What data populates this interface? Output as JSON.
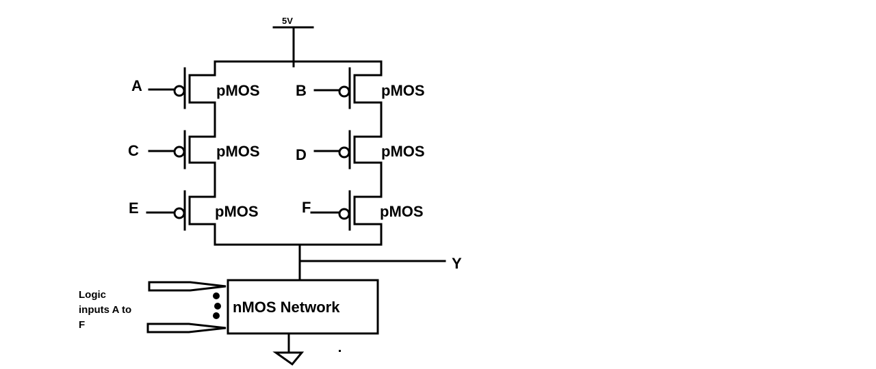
{
  "supply": {
    "label": "5V"
  },
  "output": {
    "label": "Y"
  },
  "transistors": [
    {
      "input": "A",
      "type": "pMOS"
    },
    {
      "input": "B",
      "type": "pMOS"
    },
    {
      "input": "C",
      "type": "pMOS"
    },
    {
      "input": "D",
      "type": "pMOS"
    },
    {
      "input": "E",
      "type": "pMOS"
    },
    {
      "input": "F",
      "type": "pMOS"
    }
  ],
  "nmos": {
    "label": "nMOS Network"
  },
  "logic_inputs": {
    "line1": "Logic",
    "line2": "inputs A to",
    "line3": "F"
  }
}
